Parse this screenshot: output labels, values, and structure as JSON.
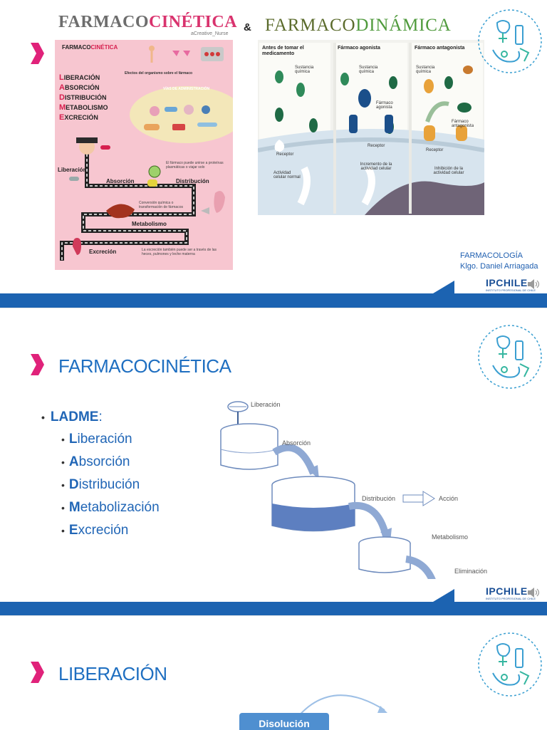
{
  "slide1": {
    "title_kinetics_part1": "FARMACO",
    "title_kinetics_part2": "CINÉTICA",
    "author_tag": "aCreative_Nurse",
    "ampersand": "&",
    "title_dynamics_part1": "FARMACO",
    "title_dynamics_part2": "DINÁMICA",
    "infographic": {
      "header1": "FARMACO",
      "header2": "CINÉTICA",
      "effects_text": "Efectos del organismo sobre el fármaco",
      "routes_text": "VÍAS DE ADMINISTRACIÓN",
      "ladme_list": [
        {
          "initial": "L",
          "rest": "IBERACIÓN"
        },
        {
          "initial": "A",
          "rest": "BSORCIÓN"
        },
        {
          "initial": "D",
          "rest": "ISTRIBUCIÓN"
        },
        {
          "initial": "M",
          "rest": "ETABOLISMO"
        },
        {
          "initial": "E",
          "rest": "XCRECIÓN"
        }
      ],
      "step_liberacion": "Liberación",
      "step_absorcion": "Absorción",
      "step_distribucion": "Distribución",
      "step_metabolismo": "Metabolismo",
      "step_excrecion": "Excreción",
      "protein_note": "El fármaco puede unirse a proteínas plasmáticas o viajar solo",
      "conversion_note": "Conversión química o transformación de fármacos",
      "excretion_note": "La excreción también puede ser a través de las heces, pulmones y leche materna"
    },
    "pd_panels": [
      {
        "title": "Antes de tomar el medicamento",
        "label_a": "Sustancia química",
        "label_b": "Receptor",
        "label_c": "Actividad celular normal"
      },
      {
        "title": "Fármaco agonista",
        "label_a": "Sustancia química",
        "label_b": "Fármaco agonista",
        "label_c": "Receptor",
        "label_d": "Incremento de la actividad celular"
      },
      {
        "title": "Fármaco antagonista",
        "label_a": "Sustancia química",
        "label_b": "Fármaco antagonista",
        "label_c": "Receptor",
        "label_d": "Inhibición de la actividad celular"
      }
    ],
    "credit_line1": "FARMACOLOGÍA",
    "credit_line2": "Klgo. Daniel Arriagada",
    "logo": "IPCHILE",
    "logo_sub": "INSTITUTO PROFESIONAL DE CHILE"
  },
  "slide2": {
    "title": "FARMACOCINÉTICA",
    "ladme_head": "LADME",
    "ladme_colon": ":",
    "items": [
      {
        "initial": "L",
        "rest": "iberación"
      },
      {
        "initial": "A",
        "rest": "bsorción"
      },
      {
        "initial": "D",
        "rest": "istribución"
      },
      {
        "initial": "M",
        "rest": "etabolización"
      },
      {
        "initial": "E",
        "rest": "xcreción"
      }
    ],
    "diagram": {
      "liberacion": "Liberación",
      "absorcion": "Absorción",
      "distribucion": "Distribución",
      "accion": "Acción",
      "metabolismo": "Metabolismo",
      "eliminacion": "Eliminación"
    },
    "logo": "IPCHILE",
    "logo_sub": "INSTITUTO PROFESIONAL DE CHILE"
  },
  "slide3": {
    "title": "LIBERACIÓN",
    "box_label": "Disolución"
  },
  "colors": {
    "accent_magenta": "#e0227a",
    "title_blue": "#1f6fc1",
    "band_blue": "#1c63b1",
    "infographic_pink": "#f7c6d0"
  },
  "icons": [
    "chevron-right-icon",
    "health-badge-icon",
    "speaker-icon"
  ]
}
